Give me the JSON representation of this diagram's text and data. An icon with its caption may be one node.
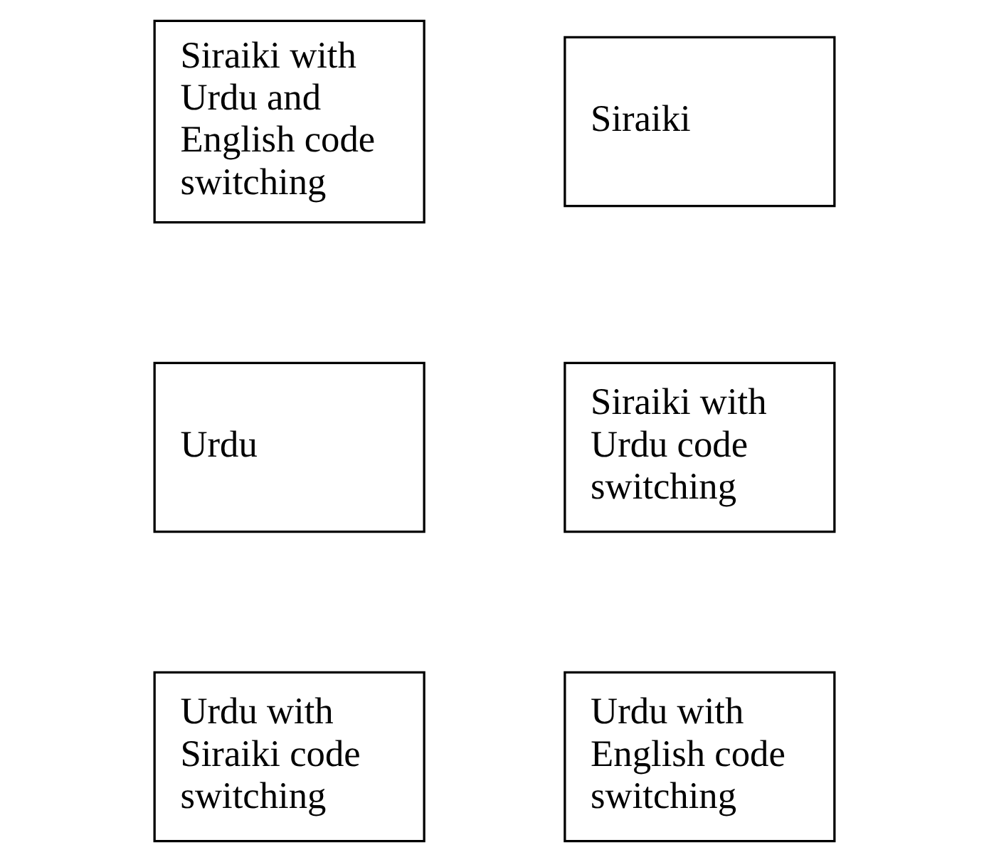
{
  "diagram": {
    "nodes": [
      {
        "text": [
          "Siraiki"
        ]
      },
      {
        "text": [
          "Urdu"
        ]
      },
      {
        "text": [
          "Siraiki with Urdu code switching"
        ]
      },
      {
        "text": [
          "Urdu with Siraiki code switching"
        ]
      },
      {
        "text": [
          "Siraiki with Urdu and English code switching"
        ]
      },
      {
        "text": [
          "Urdu with English code switching"
        ]
      }
    ]
  }
}
